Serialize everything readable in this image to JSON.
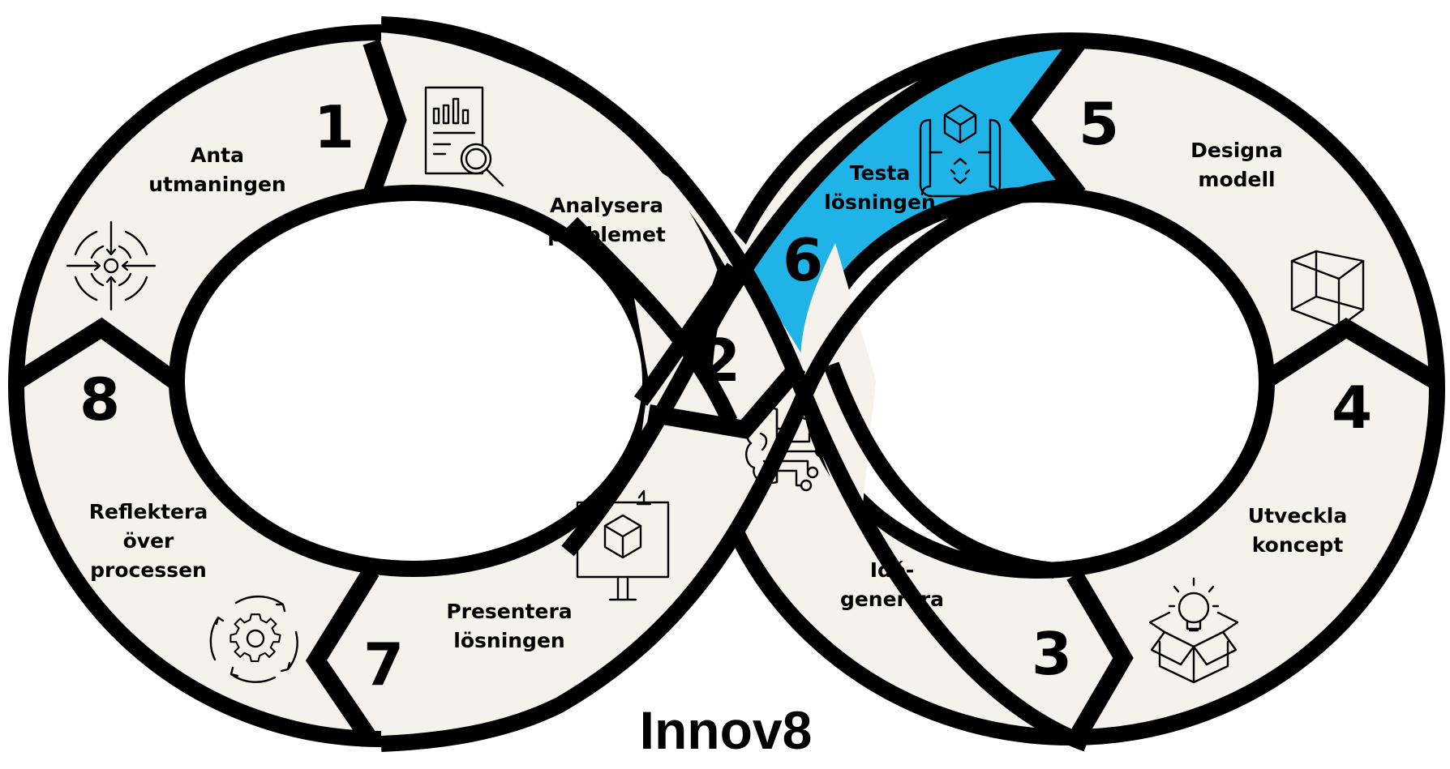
{
  "title": "Innov8",
  "colors": {
    "segment_fill": "#f5f1eb",
    "highlight_fill": "#1fb3e8",
    "outline": "#000000",
    "background": "#ffffff"
  },
  "highlighted_step": 6,
  "steps": [
    {
      "number": "1",
      "line1": "Anta",
      "line2": "utmaningen",
      "line3": "",
      "icon": "target-icon"
    },
    {
      "number": "2",
      "line1": "Analysera",
      "line2": "problemet",
      "line3": "",
      "icon": "report-magnifier-icon"
    },
    {
      "number": "3",
      "line1": "Idé-",
      "line2": "generera",
      "line3": "",
      "icon": "brain-circuit-icon"
    },
    {
      "number": "4",
      "line1": "Utveckla",
      "line2": "koncept",
      "line3": "",
      "icon": "lightbulb-box-icon"
    },
    {
      "number": "5",
      "line1": "Designa",
      "line2": "modell",
      "line3": "",
      "icon": "wireframe-cube-icon"
    },
    {
      "number": "6",
      "line1": "Testa",
      "line2": "lösningen",
      "line3": "",
      "icon": "blueprint-cube-icon"
    },
    {
      "number": "7",
      "line1": "Presentera",
      "line2": "lösningen",
      "line3": "",
      "icon": "billboard-cube-icon"
    },
    {
      "number": "8",
      "line1": "Reflektera",
      "line2": "över",
      "line3": "processen",
      "icon": "gear-cycle-icon"
    }
  ]
}
